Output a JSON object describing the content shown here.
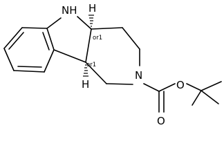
{
  "molecule": {
    "atom_labels": {
      "nh": "NH",
      "h_upper": "H",
      "h_lower": "H",
      "n_ring": "N",
      "o_ester": "O",
      "o_carbonyl": "O"
    },
    "stereo_labels": {
      "upper": "or1",
      "lower": "or1"
    }
  }
}
